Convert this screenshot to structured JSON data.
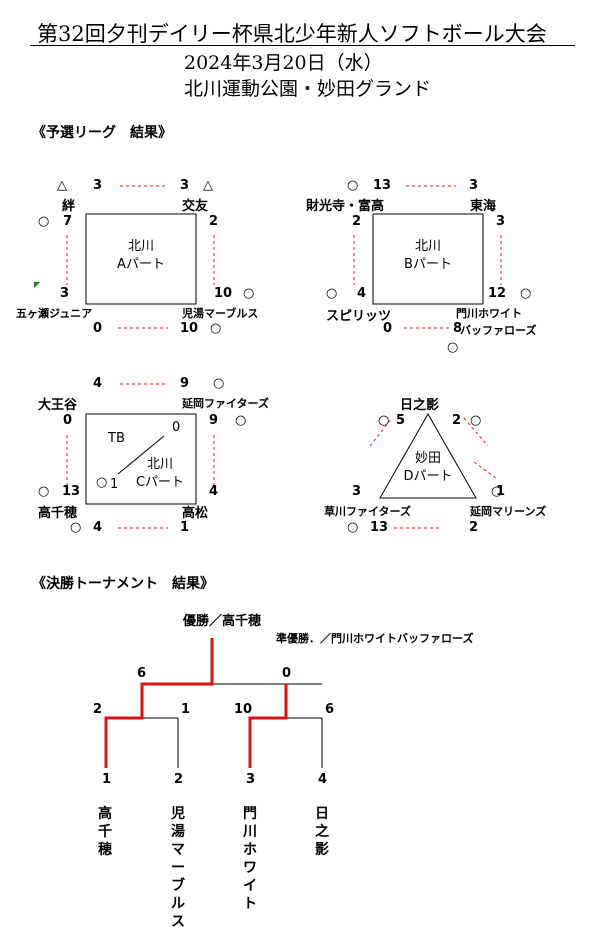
{
  "header": {
    "title": "第32回夕刊デイリー杯県北少年新人ソフトボール大会",
    "date": "2024年3月20日（水）",
    "venue": "北川運動公園・妙田グランド"
  },
  "league": {
    "section_title": "《予選リーグ　結果》",
    "blockA": {
      "box": [
        "北川",
        "Aパート"
      ],
      "teams": [
        "絆",
        "交友",
        "児湯マーブルス",
        "五ヶ瀬ジュニア"
      ],
      "scores": {
        "top_l": "3",
        "top_r": "3",
        "right_t": "2",
        "right_b": "10",
        "bottom_r": "10",
        "bottom_l": "0",
        "left_b": "3",
        "left_t": "7"
      }
    },
    "blockB": {
      "box": [
        "北川",
        "Bパート"
      ],
      "teams": [
        "財光寺・富高",
        "東海",
        "門川ホワイト",
        "バッファローズ",
        "スピリッツ"
      ],
      "scores": {
        "top_l": "13",
        "top_r": "3",
        "right_t": "3",
        "right_b": "12",
        "bottom_r": "8",
        "bottom_l": "0",
        "left_b": "4",
        "left_t": "2"
      }
    },
    "blockC": {
      "box": [
        "TB",
        "北川",
        "Cパート"
      ],
      "teams": [
        "大王谷",
        "延岡ファイターズ",
        "高松",
        "高千穂"
      ],
      "scores": {
        "top_l": "4",
        "top_r": "9",
        "right_t": "9",
        "right_b": "4",
        "bottom_r": "1",
        "bottom_l": "4",
        "left_b": "13",
        "left_t": "0",
        "diag_tr": "0",
        "diag_bl": "1"
      }
    },
    "blockD": {
      "box": [
        "妙田",
        "Dパート"
      ],
      "teams": [
        "日之影",
        "延岡マリーンズ",
        "草川ファイターズ"
      ],
      "scores": {
        "tl": "5",
        "tr": "2",
        "r": "1",
        "bottom_r": "2",
        "bottom_l": "13",
        "l": "3"
      }
    }
  },
  "tournament": {
    "section_title": "《決勝トーナメント　結果》",
    "winner": "優勝／高千穂",
    "runner_up": "準優勝．／門川ホワイトバッファローズ",
    "final_scores": {
      "left": "6",
      "right": "0"
    },
    "semi_scores": {
      "s1_l": "2",
      "s1_r": "1",
      "s2_l": "10",
      "s2_r": "6"
    },
    "slots": [
      "1",
      "2",
      "3",
      "4"
    ],
    "names": [
      "高千穂",
      "児湯マーブルス",
      "門川ホワイト",
      "日之影"
    ]
  }
}
